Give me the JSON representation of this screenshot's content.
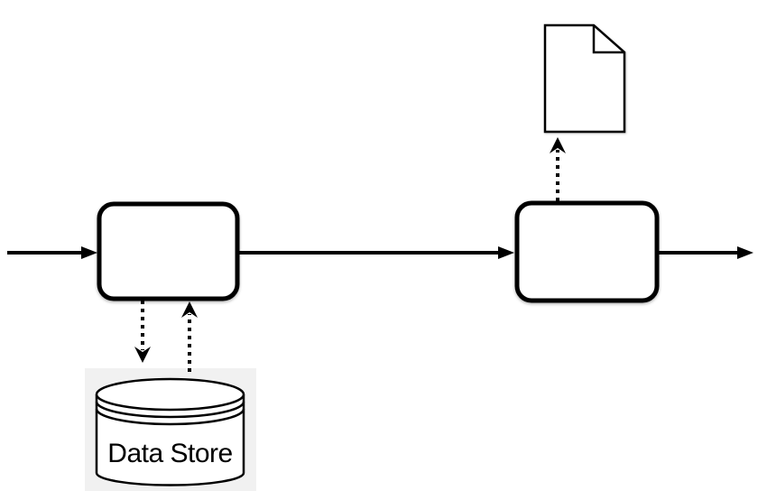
{
  "diagram": {
    "kind": "process-flow",
    "nodes": [
      {
        "id": "task-1",
        "type": "task",
        "label": ""
      },
      {
        "id": "task-2",
        "type": "task",
        "label": ""
      },
      {
        "id": "data-store",
        "type": "data-store",
        "label": "Data Store"
      },
      {
        "id": "document",
        "type": "document",
        "label": ""
      }
    ],
    "edges": [
      {
        "from": "start",
        "to": "task-1",
        "style": "solid-arrow"
      },
      {
        "from": "task-1",
        "to": "task-2",
        "style": "solid-arrow"
      },
      {
        "from": "task-2",
        "to": "end",
        "style": "solid-arrow"
      },
      {
        "from": "task-1",
        "to": "data-store",
        "style": "dotted-arrow"
      },
      {
        "from": "data-store",
        "to": "task-1",
        "style": "dotted-arrow"
      },
      {
        "from": "task-2",
        "to": "document",
        "style": "dotted-arrow"
      }
    ]
  },
  "datastore": {
    "label": "Data Store"
  },
  "colors": {
    "stroke": "#000000",
    "shape_fill": "#ffffff",
    "datastore_backdrop": "#f1f1f1",
    "background": "#ffffff",
    "text": "#000000"
  }
}
